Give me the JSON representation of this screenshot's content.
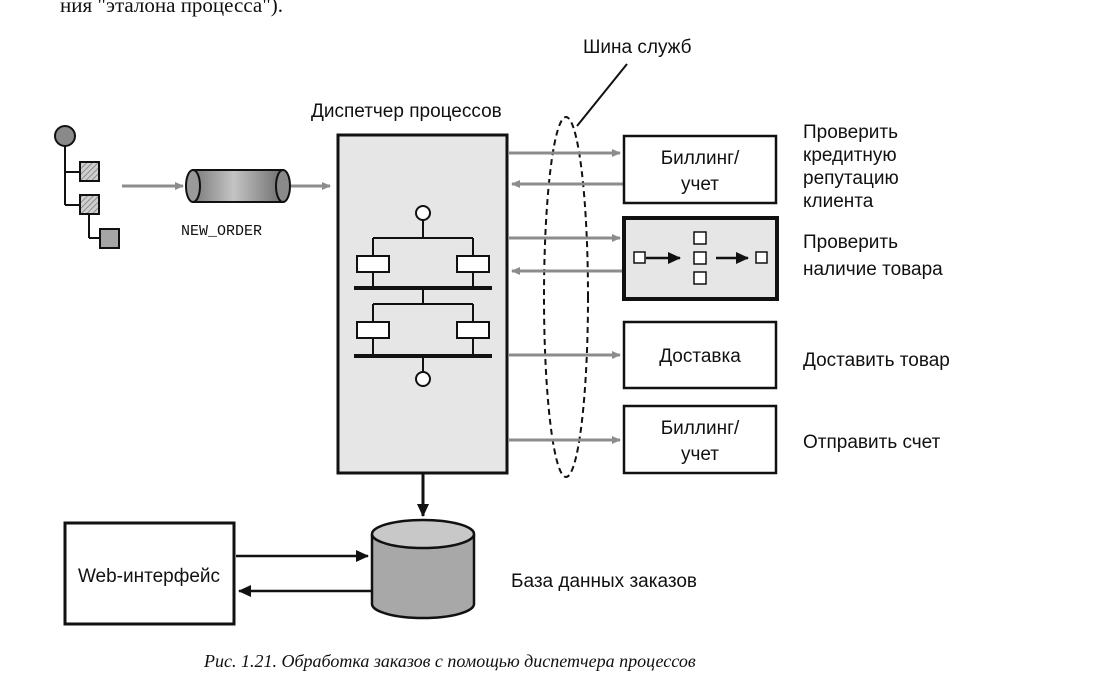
{
  "top_text_fragment": "ния \"эталона процесса\").",
  "service_bus": {
    "label": "Шина служб"
  },
  "process_manager": {
    "label": "Диспетчер процессов"
  },
  "channel": {
    "label": "NEW_ORDER"
  },
  "services": [
    {
      "box_label_1": "Биллинг/",
      "box_label_2": "учет",
      "action_lines": [
        "Проверить",
        "кредитную",
        "репутацию",
        "клиента"
      ]
    },
    {
      "box_label_1": "",
      "box_label_2": "",
      "action_lines": [
        "Проверить",
        "наличие товара"
      ]
    },
    {
      "box_label_1": "Доставка",
      "box_label_2": "",
      "action_lines": [
        "Доставить товар"
      ]
    },
    {
      "box_label_1": "Биллинг/",
      "box_label_2": "учет",
      "action_lines": [
        "Отправить счет"
      ]
    }
  ],
  "web_interface": {
    "label": "Web-интерфейс"
  },
  "database": {
    "label": "База данных заказов"
  },
  "caption": "Рис. 1.21. Обработка заказов с помощью диспетчера процессов",
  "colors": {
    "line": "#111111",
    "arrow_gray": "#8c8c8c",
    "box_fill": "#e6e6e6",
    "cylinder": "#a8a8a8"
  }
}
